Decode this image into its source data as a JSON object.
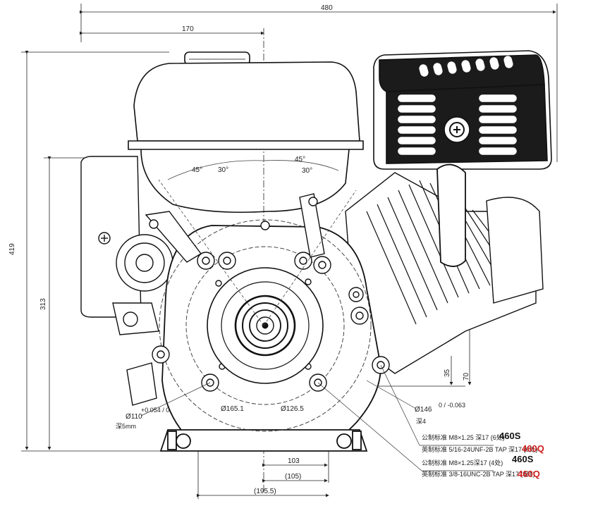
{
  "dimensions": {
    "overall_width": "480",
    "left_offset": "170",
    "height_total": "419",
    "height_shaft": "313",
    "dim_35": "35",
    "dim_70": "70",
    "base_103": "103",
    "base_105": "(105)",
    "base_195": "(195.5)"
  },
  "angles": {
    "a45_left": "45°",
    "a30_left": "30°",
    "a45_right": "45°",
    "a30_right": "30°"
  },
  "bolt_circles": {
    "d165": "Ø165.1",
    "d126": "Ø126.5",
    "d146": "Ø146",
    "d146_tol": "0 / -0.063",
    "d146_note": "深4"
  },
  "shaft": {
    "d110": "Ø110",
    "d110_tol": "+0.054 / 0",
    "depth": "深5mm"
  },
  "thread_notes": [
    {
      "text": "公制标准 M8×1.25 深17 (6处)",
      "tag": "460S"
    },
    {
      "text": "英制标准 5/16-24UNF-2B TAP 深17 (6处)",
      "tag": "460Q"
    },
    {
      "text": "公制标准 M8×1.25深17 (4处)",
      "tag": "460S"
    },
    {
      "text": "英制标准 3/8-16UNC-2B TAP 深17 (4处)",
      "tag": "460Q"
    }
  ],
  "colors": {
    "line": "#111111",
    "accent_red": "#d01c1c"
  }
}
